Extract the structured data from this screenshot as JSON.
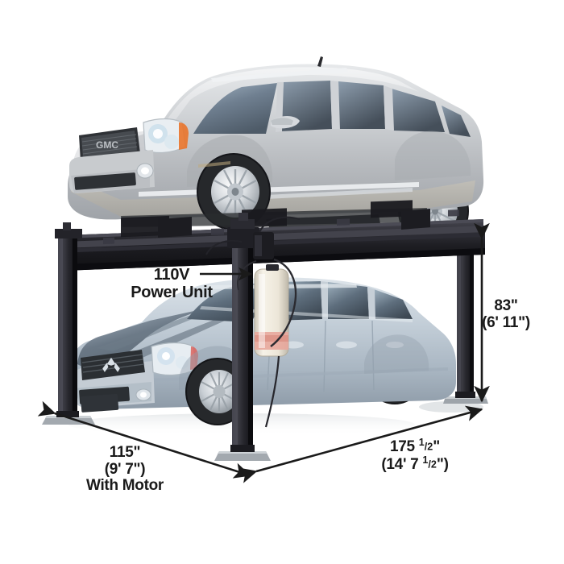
{
  "diagram": {
    "title": "4-Post Parking Lift with Two Vehicles",
    "background_color": "#ffffff"
  },
  "callouts": [
    {
      "id": "power-unit",
      "line1": "110V",
      "line2": "Power Unit",
      "arrow": "points-right-to-post"
    }
  ],
  "dimensions": {
    "height": {
      "label": "83\"",
      "sub_label": "(6' 11\")",
      "orientation": "vertical",
      "side": "right"
    },
    "width": {
      "label": "115\"",
      "sub_label": "(9' 7\")",
      "note": "With Motor",
      "orientation": "depth-diagonal",
      "side": "bottom-left"
    },
    "length": {
      "label_prefix": "175 ",
      "label_fraction_num": "1",
      "label_fraction_den": "2",
      "label_suffix": "\"",
      "sub_prefix": "(14' 7 ",
      "sub_fraction_num": "1",
      "sub_fraction_den": "2",
      "sub_suffix": "\")",
      "orientation": "horizontal-diagonal",
      "side": "bottom-right"
    }
  },
  "vehicles": {
    "upper": {
      "name": "GMC Yukon XL Denali SUV",
      "position": "on-lift-runways",
      "body_color": "#c9cbcd",
      "glass_color": "#8f9aa6"
    },
    "lower": {
      "name": "Mitsubishi Galant sedan",
      "position": "under-lift-on-ground",
      "body_color": "#b9c4cd",
      "glass_color": "#7e8d9c"
    }
  },
  "lift": {
    "name": "four-post-lift",
    "frame_color": "#2b2b2f",
    "post_count": 4,
    "components": [
      "front-left-post",
      "front-right-post",
      "rear-left-post",
      "rear-right-post",
      "left-runway",
      "right-runway",
      "cross-beam",
      "base-plates",
      "hydraulic-power-unit"
    ],
    "power_unit": {
      "reservoir_color": "#efe9dc",
      "label_color": "#e8a79c",
      "motor_color": "#1f1f22"
    }
  },
  "colors": {
    "ink": "#1a1a1a",
    "frame_dark": "#2b2b2f",
    "frame_darker": "#141417",
    "shadow": "#dfe1e3"
  }
}
